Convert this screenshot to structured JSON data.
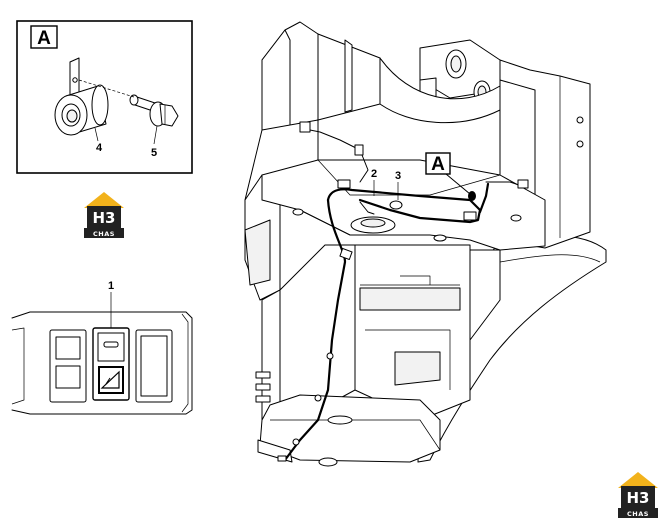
{
  "detail": {
    "label": "A",
    "callouts": {
      "bushing": "4",
      "bolt": "5"
    }
  },
  "switch_panel": {
    "callout": "1"
  },
  "frame": {
    "callouts": {
      "harness": "2",
      "sensor": "3"
    },
    "view_marker": "A"
  },
  "logo": {
    "main_text": "H3",
    "sub_text": "CHAS",
    "colors": {
      "roof": "#f2b21b",
      "body": "#222222",
      "text": "#ffffff"
    }
  },
  "colors": {
    "line": "#000000",
    "background": "#ffffff"
  }
}
